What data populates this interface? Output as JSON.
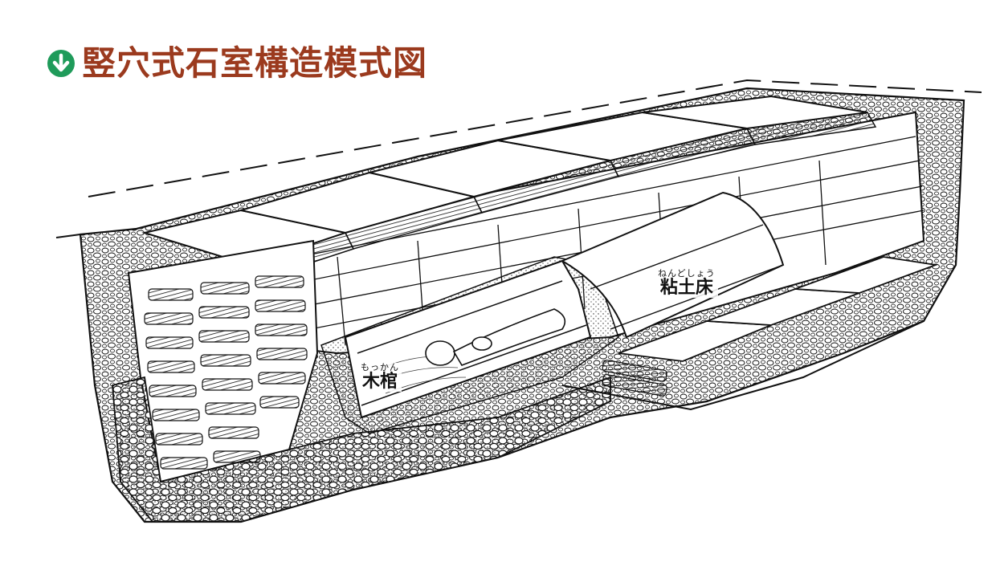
{
  "title": "竪穴式石室構造模式図",
  "colors": {
    "title": "#9b3a1e",
    "icon_green": "#1f9b5a",
    "ink": "#111111"
  },
  "icons": {
    "title_marker": "arrow-down-circle-icon"
  },
  "labels": {
    "coffin": {
      "ruby": "もっかん",
      "text": "木棺"
    },
    "clay_bed": {
      "ruby": "ねんどしょう",
      "text": "粘土床"
    }
  }
}
